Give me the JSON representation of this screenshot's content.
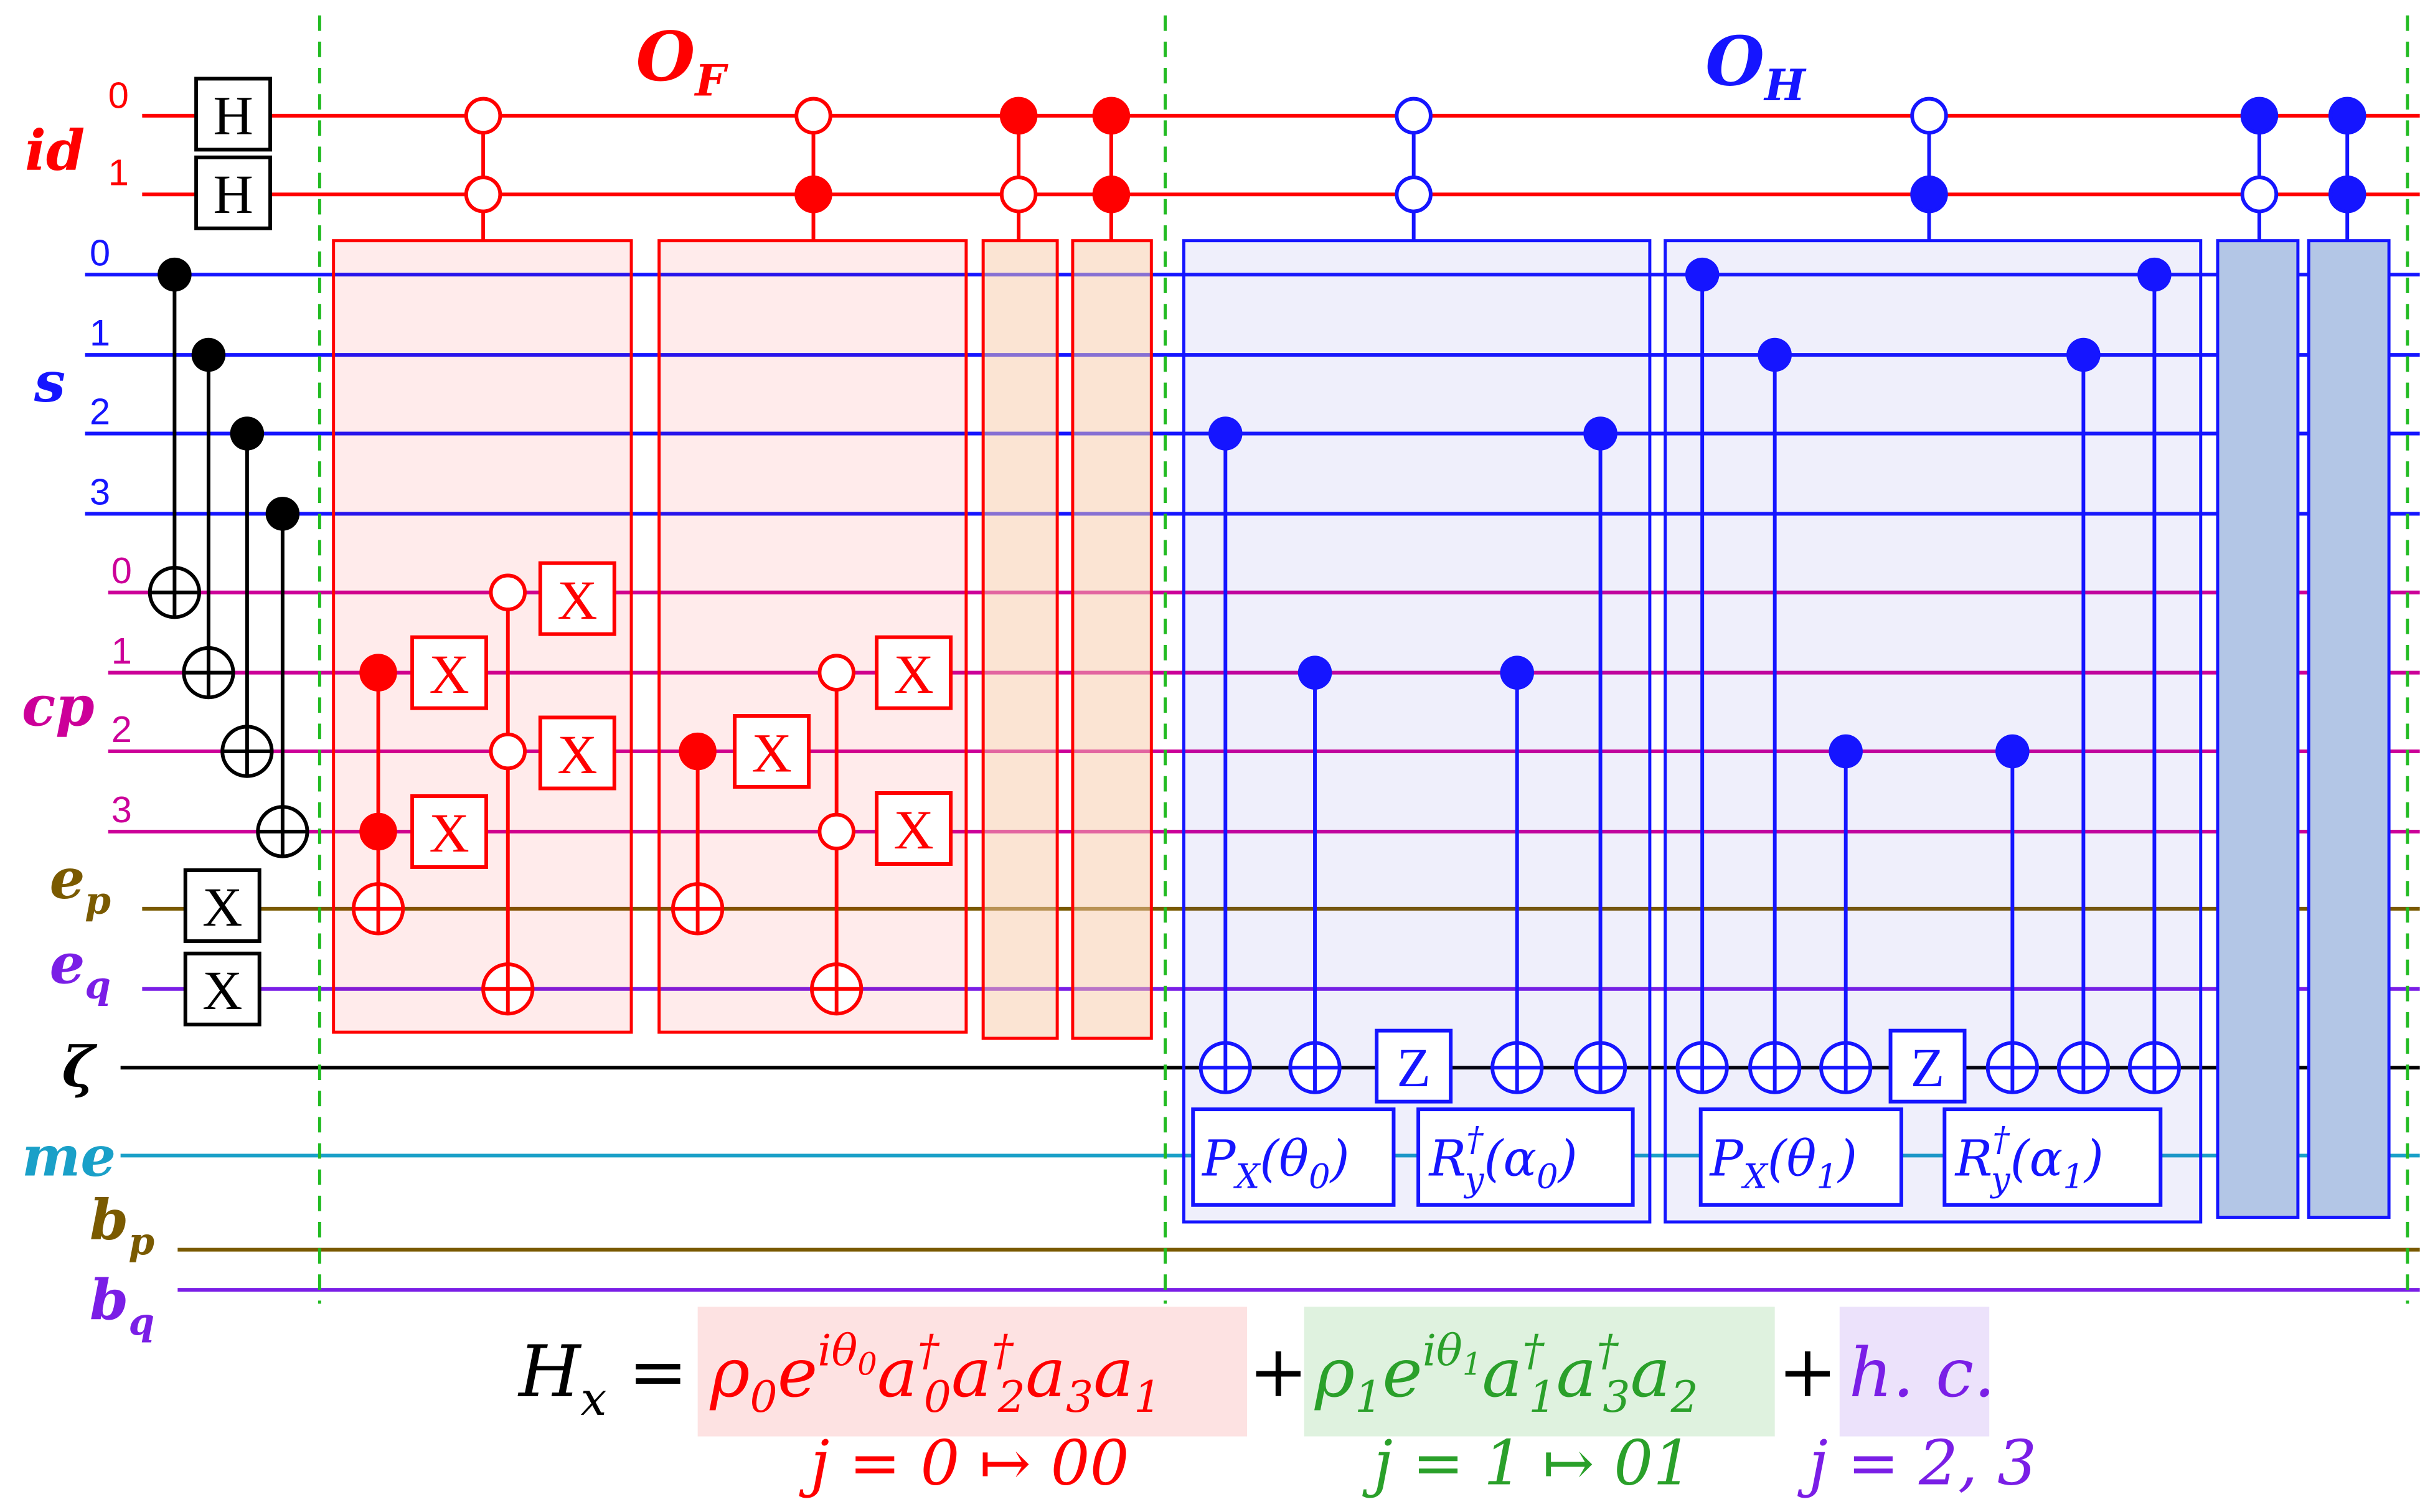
{
  "colors": {
    "id": "#ff0000",
    "s": "#1515ff",
    "cp": "#cc0099",
    "ep": "#7a5a00",
    "eq": "#7a1ee6",
    "zeta": "#000000",
    "me": "#1aa0c8",
    "bp": "#7a5a00",
    "bq": "#7a1ee6",
    "barrier": "#22bb22",
    "oracle_f": "#ff0000",
    "oracle_h": "#1515ff",
    "term0_bg": "#fde2e2",
    "term1_bg": "#dff2df",
    "hc_bg": "#ece2fb"
  },
  "registers": {
    "id": {
      "label": "id",
      "indices": [
        "0",
        "1"
      ]
    },
    "s": {
      "label": "s",
      "indices": [
        "0",
        "1",
        "2",
        "3"
      ]
    },
    "cp": {
      "label": "cp",
      "indices": [
        "0",
        "1",
        "2",
        "3"
      ]
    },
    "ep": {
      "label": "e",
      "sub": "p"
    },
    "eq": {
      "label": "e",
      "sub": "q"
    },
    "zeta": {
      "label": "ζ"
    },
    "me": {
      "label": "me"
    },
    "bp": {
      "label": "b",
      "sub": "p"
    },
    "bq": {
      "label": "b",
      "sub": "q"
    }
  },
  "oracles": {
    "f": {
      "label": "O",
      "sub": "F"
    },
    "h": {
      "label": "O",
      "sub": "H"
    }
  },
  "gates": {
    "hadamard": "H",
    "pauli_x": "X",
    "pauli_z": "Z",
    "p0": {
      "main": "P",
      "sub": "X",
      "arg": "(θ",
      "argsub": "0",
      "close": ")"
    },
    "r0": {
      "main": "R",
      "sup": "†",
      "sub": "y",
      "arg": "(α",
      "argsub": "0",
      "close": ")"
    },
    "p1": {
      "main": "P",
      "sub": "X",
      "arg": "(θ",
      "argsub": "1",
      "close": ")"
    },
    "r1": {
      "main": "R",
      "sup": "†",
      "sub": "y",
      "arg": "(α",
      "argsub": "1",
      "close": ")"
    }
  },
  "equation": {
    "lhs": "H",
    "lhs_sub": "x",
    "equals": "=",
    "plus": "+",
    "term0": {
      "rho": "ρ",
      "rho_sub": "0",
      "e": "e",
      "exp": "iθ",
      "exp_sub": "0",
      "ops": [
        {
          "a": "a",
          "sub": "0",
          "dag": "†"
        },
        {
          "a": "a",
          "sub": "2",
          "dag": "†"
        },
        {
          "a": "a",
          "sub": "3",
          "dag": ""
        },
        {
          "a": "a",
          "sub": "1",
          "dag": ""
        }
      ],
      "caption": "j = 0 ↦ 00"
    },
    "term1": {
      "rho": "ρ",
      "rho_sub": "1",
      "e": "e",
      "exp": "iθ",
      "exp_sub": "1",
      "ops": [
        {
          "a": "a",
          "sub": "1",
          "dag": "†"
        },
        {
          "a": "a",
          "sub": "3",
          "dag": "†"
        },
        {
          "a": "a",
          "sub": "2",
          "dag": ""
        }
      ],
      "caption": "j = 1 ↦ 01"
    },
    "hc": {
      "text": "h. c.",
      "caption": "j = 2, 3"
    }
  }
}
